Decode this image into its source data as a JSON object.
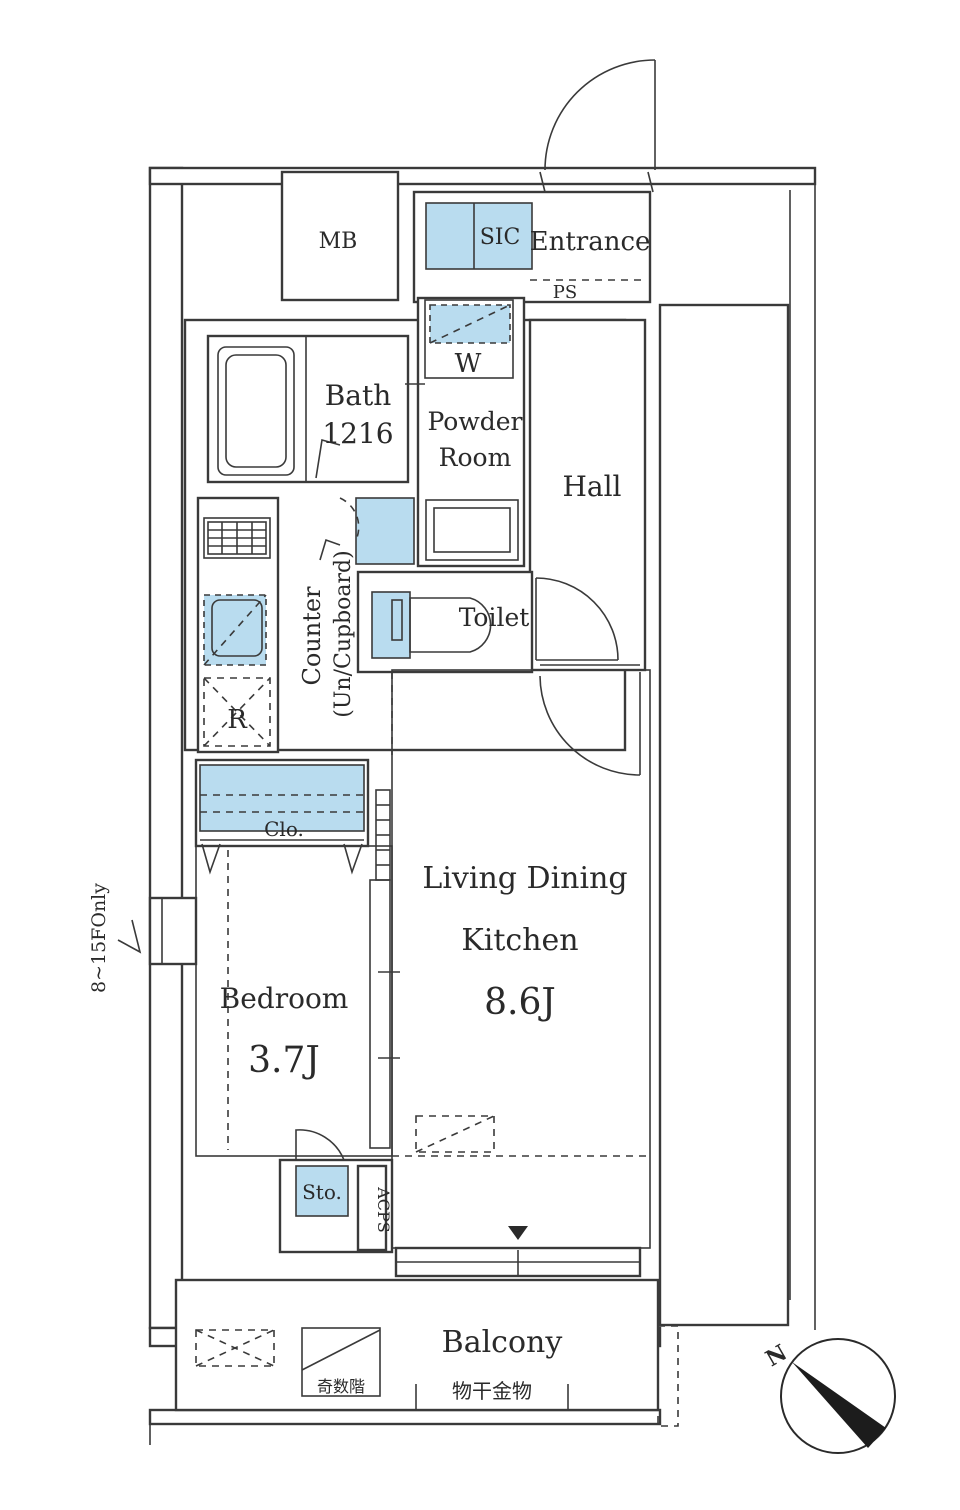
{
  "rooms": {
    "mb": "MB",
    "sic": "SIC",
    "entrance": "Entrance",
    "ps_top": "PS",
    "washer": "W",
    "bath_name": "Bath",
    "bath_size": "1216",
    "powder_line1": "Powder",
    "powder_line2": "Room",
    "hall": "Hall",
    "toilet": "Toilet",
    "counter_line1": "Counter",
    "counter_line2": "(Un/Cupboard)",
    "fridge": "R",
    "closet": "Clo.",
    "ldk_line1": "Living Dining",
    "ldk_line2": "Kitchen",
    "ldk_size": "8.6J",
    "bedroom_name": "Bedroom",
    "bedroom_size": "3.7J",
    "storage": "Sto.",
    "acps": "ACPS",
    "balcony": "Balcony",
    "odd_floor": "奇数階",
    "drying_hardware": "物干金物",
    "window_note": "8~15FOnly",
    "north": "N"
  },
  "colors": {
    "fixture_fill": "#b9dcef",
    "wall_fill": "#ffffff",
    "line": "#3a3a3a"
  }
}
